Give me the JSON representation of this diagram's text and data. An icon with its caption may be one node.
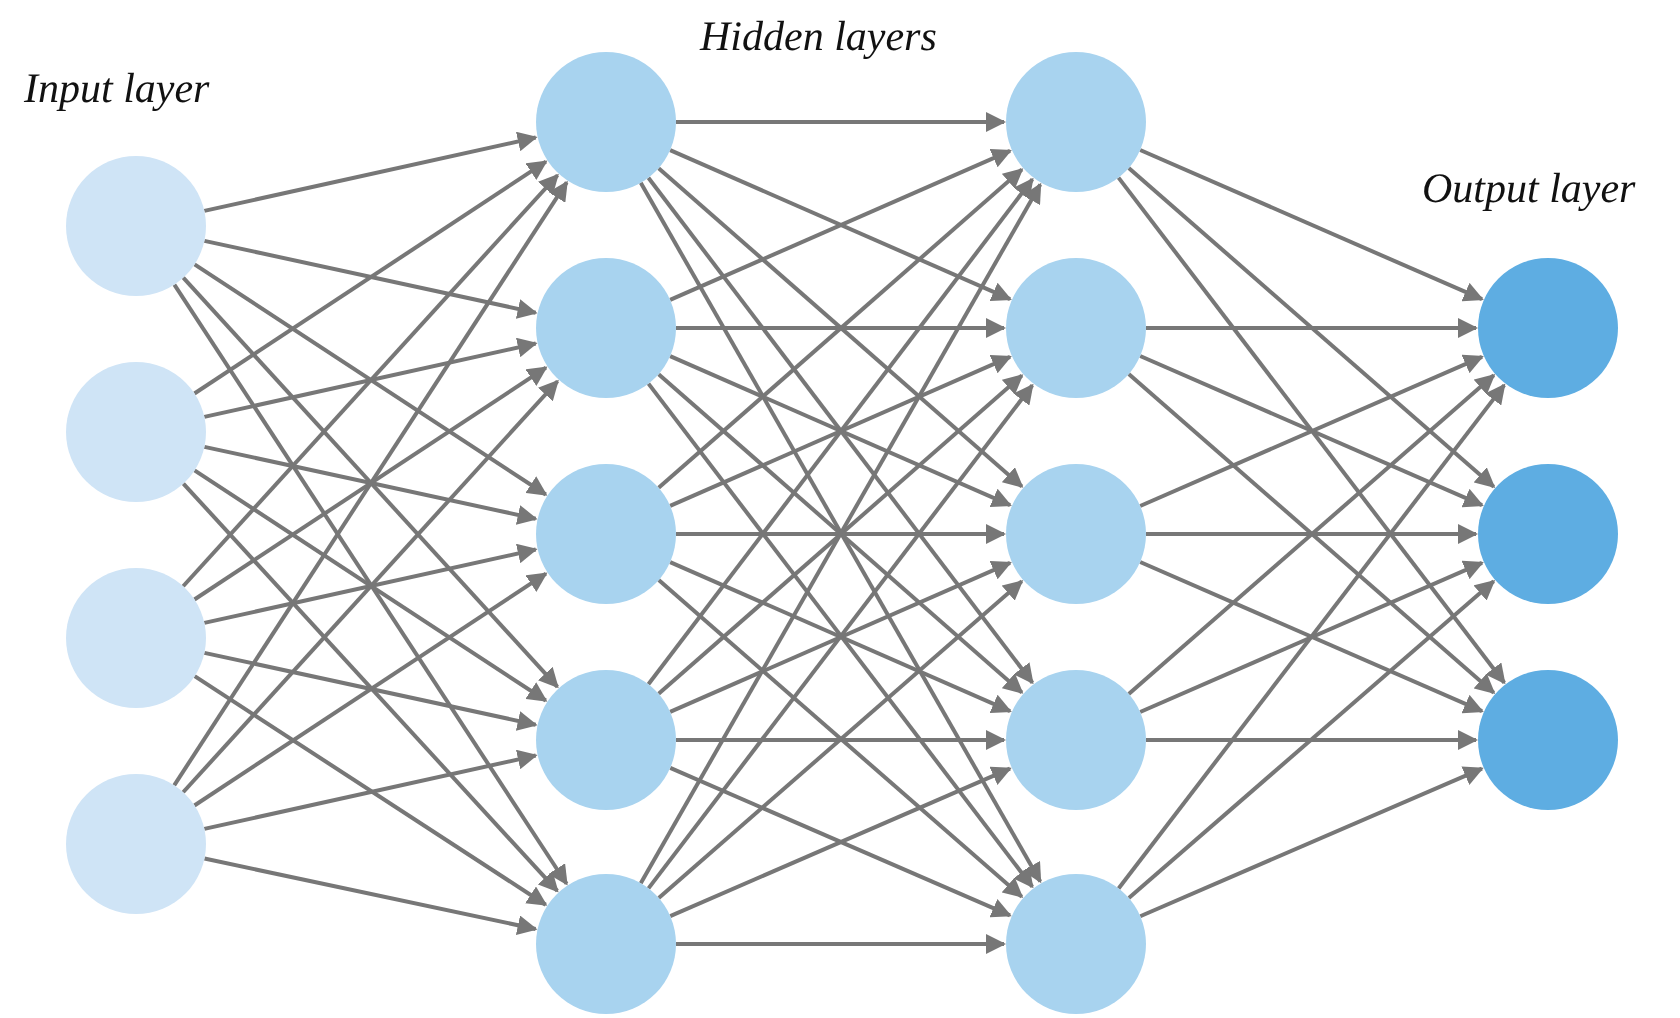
{
  "diagram": {
    "nodes": [
      {
        "text": [],
        "shape": "circle"
      },
      {
        "text": [],
        "shape": "circle"
      },
      {
        "text": [],
        "shape": "circle"
      },
      {
        "text": [],
        "shape": "circle"
      },
      {
        "text": [],
        "shape": "circle"
      },
      {
        "text": [],
        "shape": "circle"
      },
      {
        "text": [],
        "shape": "circle"
      },
      {
        "text": [],
        "shape": "circle"
      },
      {
        "text": [],
        "shape": "circle"
      },
      {
        "text": [],
        "shape": "circle"
      },
      {
        "text": [],
        "shape": "circle"
      },
      {
        "text": [],
        "shape": "circle"
      },
      {
        "text": [],
        "shape": "circle"
      },
      {
        "text": [],
        "shape": "circle"
      },
      {
        "text": [],
        "shape": "circle"
      },
      {
        "text": [],
        "shape": "circle"
      },
      {
        "text": [],
        "shape": "circle"
      }
    ],
    "edges": [
      {
        "from": 0,
        "to": 4,
        "arrow": "to"
      },
      {
        "from": 0,
        "to": 5,
        "arrow": "to"
      },
      {
        "from": 0,
        "to": 6,
        "arrow": "to"
      },
      {
        "from": 0,
        "to": 7,
        "arrow": "to"
      },
      {
        "from": 0,
        "to": 8,
        "arrow": "to"
      },
      {
        "from": 1,
        "to": 4,
        "arrow": "to"
      },
      {
        "from": 1,
        "to": 5,
        "arrow": "to"
      },
      {
        "from": 1,
        "to": 6,
        "arrow": "to"
      },
      {
        "from": 1,
        "to": 7,
        "arrow": "to"
      },
      {
        "from": 1,
        "to": 8,
        "arrow": "to"
      },
      {
        "from": 2,
        "to": 4,
        "arrow": "to"
      },
      {
        "from": 2,
        "to": 5,
        "arrow": "to"
      },
      {
        "from": 2,
        "to": 6,
        "arrow": "to"
      },
      {
        "from": 2,
        "to": 7,
        "arrow": "to"
      },
      {
        "from": 2,
        "to": 8,
        "arrow": "to"
      },
      {
        "from": 3,
        "to": 4,
        "arrow": "to"
      },
      {
        "from": 3,
        "to": 5,
        "arrow": "to"
      },
      {
        "from": 3,
        "to": 6,
        "arrow": "to"
      },
      {
        "from": 3,
        "to": 7,
        "arrow": "to"
      },
      {
        "from": 3,
        "to": 8,
        "arrow": "to"
      },
      {
        "from": 4,
        "to": 9,
        "arrow": "to"
      },
      {
        "from": 4,
        "to": 10,
        "arrow": "to"
      },
      {
        "from": 4,
        "to": 11,
        "arrow": "to"
      },
      {
        "from": 4,
        "to": 12,
        "arrow": "to"
      },
      {
        "from": 4,
        "to": 13,
        "arrow": "to"
      },
      {
        "from": 5,
        "to": 9,
        "arrow": "to"
      },
      {
        "from": 5,
        "to": 10,
        "arrow": "to"
      },
      {
        "from": 5,
        "to": 11,
        "arrow": "to"
      },
      {
        "from": 5,
        "to": 12,
        "arrow": "to"
      },
      {
        "from": 5,
        "to": 13,
        "arrow": "to"
      },
      {
        "from": 6,
        "to": 9,
        "arrow": "to"
      },
      {
        "from": 6,
        "to": 10,
        "arrow": "to"
      },
      {
        "from": 6,
        "to": 11,
        "arrow": "to"
      },
      {
        "from": 6,
        "to": 12,
        "arrow": "to"
      },
      {
        "from": 6,
        "to": 13,
        "arrow": "to"
      },
      {
        "from": 7,
        "to": 9,
        "arrow": "to"
      },
      {
        "from": 7,
        "to": 10,
        "arrow": "to"
      },
      {
        "from": 7,
        "to": 11,
        "arrow": "to"
      },
      {
        "from": 7,
        "to": 12,
        "arrow": "to"
      },
      {
        "from": 7,
        "to": 13,
        "arrow": "to"
      },
      {
        "from": 8,
        "to": 9,
        "arrow": "to"
      },
      {
        "from": 8,
        "to": 10,
        "arrow": "to"
      },
      {
        "from": 8,
        "to": 11,
        "arrow": "to"
      },
      {
        "from": 8,
        "to": 12,
        "arrow": "to"
      },
      {
        "from": 8,
        "to": 13,
        "arrow": "to"
      },
      {
        "from": 9,
        "to": 14,
        "arrow": "to"
      },
      {
        "from": 9,
        "to": 15,
        "arrow": "to"
      },
      {
        "from": 9,
        "to": 16,
        "arrow": "to"
      },
      {
        "from": 10,
        "to": 14,
        "arrow": "to"
      },
      {
        "from": 10,
        "to": 15,
        "arrow": "to"
      },
      {
        "from": 10,
        "to": 16,
        "arrow": "to"
      },
      {
        "from": 11,
        "to": 14,
        "arrow": "to"
      },
      {
        "from": 11,
        "to": 15,
        "arrow": "to"
      },
      {
        "from": 11,
        "to": 16,
        "arrow": "to"
      },
      {
        "from": 12,
        "to": 14,
        "arrow": "to"
      },
      {
        "from": 12,
        "to": 15,
        "arrow": "to"
      },
      {
        "from": 12,
        "to": 16,
        "arrow": "to"
      },
      {
        "from": 13,
        "to": 14,
        "arrow": "to"
      },
      {
        "from": 13,
        "to": 15,
        "arrow": "to"
      },
      {
        "from": 13,
        "to": 16,
        "arrow": "to"
      }
    ],
    "labels": [
      "Hidden layers",
      "Input layer",
      "Output layer"
    ]
  }
}
